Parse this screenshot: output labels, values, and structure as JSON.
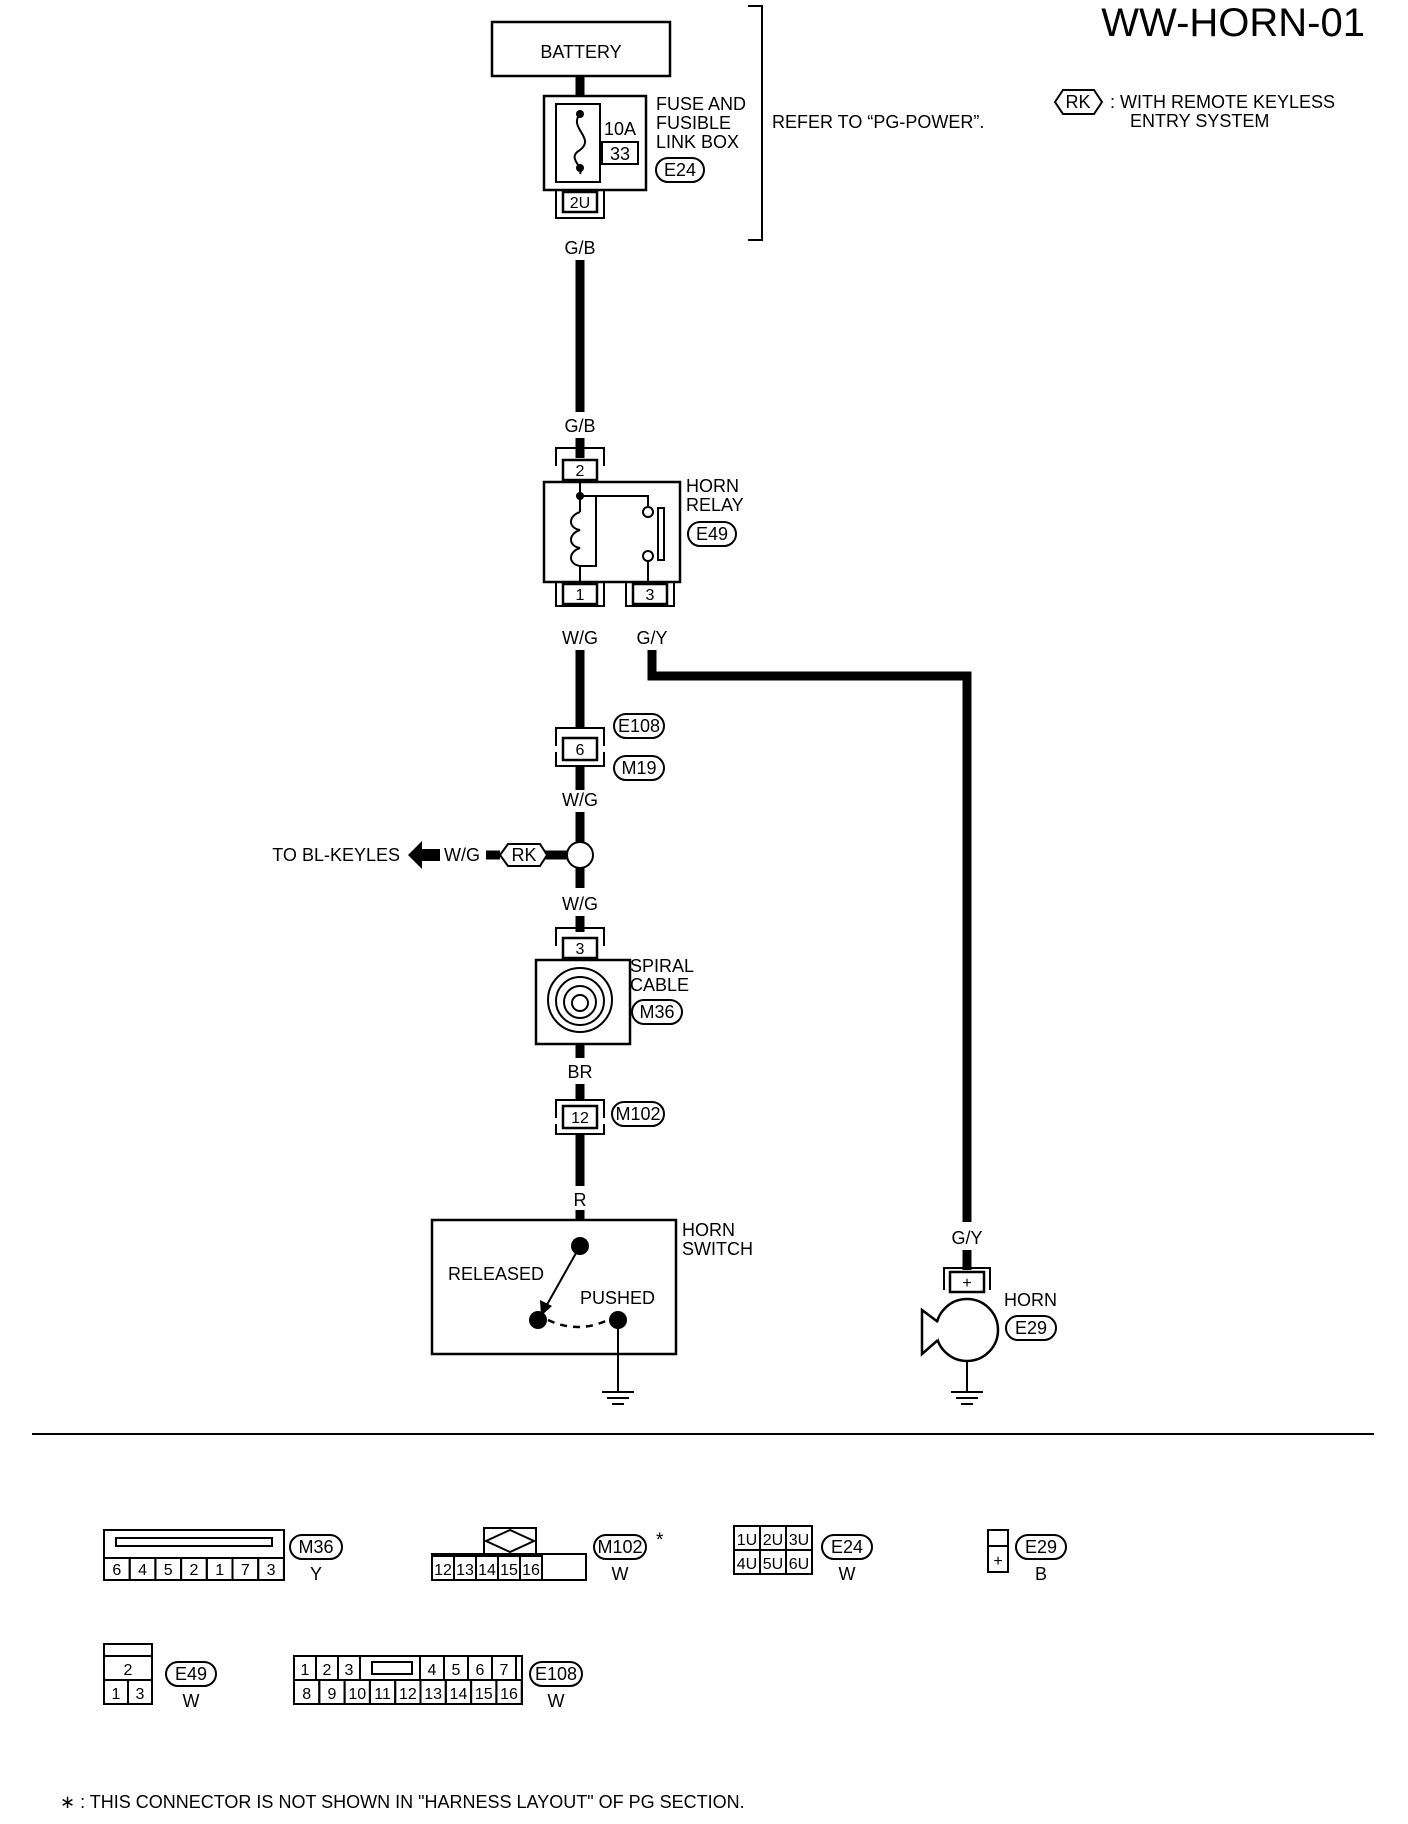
{
  "title": "WW-HORN-01",
  "legend": {
    "badge": "RK",
    "text_line1": ": WITH REMOTE KEYLESS",
    "text_line2": "ENTRY SYSTEM"
  },
  "battery": {
    "label": "BATTERY"
  },
  "fuse": {
    "label_line1": "FUSE AND",
    "label_line2": "FUSIBLE",
    "label_line3": "LINK BOX",
    "rating": "10A",
    "number": "33",
    "connector": "E24",
    "terminal": "2U",
    "refer": "REFER TO “PG-POWER”."
  },
  "wires": {
    "gb_top": "G/B",
    "gb_bottom": "G/B",
    "wg_relay": "W/G",
    "gy_relay": "G/Y",
    "wg_mid": "W/G",
    "wg_branch": "W/G",
    "wg_lower": "W/G",
    "br": "BR",
    "r": "R",
    "gy_horn": "G/Y"
  },
  "relay": {
    "label_line1": "HORN",
    "label_line2": "RELAY",
    "connector": "E49",
    "pin_top": "2",
    "pin_left": "1",
    "pin_right": "3"
  },
  "joint_connector": {
    "pin": "6",
    "connector_a": "E108",
    "connector_b": "M19"
  },
  "branch": {
    "label": "TO BL-KEYLES",
    "badge": "RK"
  },
  "spiral": {
    "label_line1": "SPIRAL",
    "label_line2": "CABLE",
    "connector": "M36",
    "pin": "3"
  },
  "m102": {
    "pin": "12",
    "connector": "M102"
  },
  "horn_switch": {
    "label_line1": "HORN",
    "label_line2": "SWITCH",
    "released": "RELEASED",
    "pushed": "PUSHED"
  },
  "horn": {
    "label": "HORN",
    "connector": "E29",
    "terminal": "+"
  },
  "connector_views": {
    "m36": {
      "id": "M36",
      "color": "Y",
      "pins": [
        "6",
        "4",
        "5",
        "2",
        "1",
        "7",
        "3"
      ]
    },
    "m102": {
      "id": "M102",
      "color": "W",
      "pins": [
        "12",
        "13",
        "14",
        "15",
        "16"
      ],
      "star": "*"
    },
    "e24": {
      "id": "E24",
      "color": "W",
      "row1": [
        "1U",
        "2U",
        "3U"
      ],
      "row2": [
        "4U",
        "5U",
        "6U"
      ]
    },
    "e29": {
      "id": "E29",
      "color": "B",
      "pin": "+"
    },
    "e49": {
      "id": "E49",
      "color": "W",
      "row1": [
        "2"
      ],
      "row2": [
        "1",
        "3"
      ]
    },
    "e108": {
      "id": "E108",
      "color": "W",
      "row1": [
        "1",
        "2",
        "3",
        "4",
        "5",
        "6",
        "7"
      ],
      "row2": [
        "8",
        "9",
        "10",
        "11",
        "12",
        "13",
        "14",
        "15",
        "16"
      ]
    }
  },
  "footnote": "∗ : THIS CONNECTOR IS NOT SHOWN IN \"HARNESS LAYOUT\" OF PG SECTION."
}
